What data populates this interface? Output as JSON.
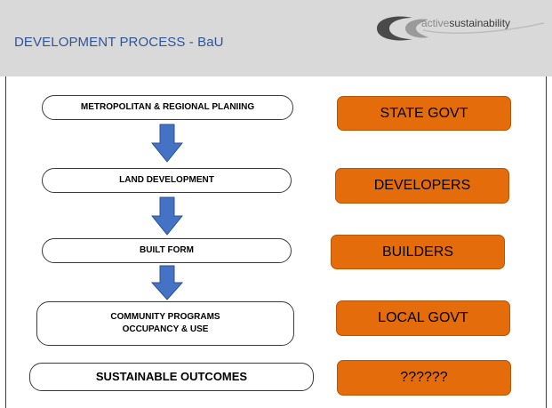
{
  "header": {
    "title": "DEVELOPMENT PROCESS - BaU",
    "logo_text_light": "active",
    "logo_text_bold": "sustainability"
  },
  "process_steps": [
    {
      "label": "METROPOLITAN & REGIONAL PLANIING"
    },
    {
      "label": "LAND DEVELOPMENT"
    },
    {
      "label": "BUILT FORM"
    },
    {
      "label_line1": "COMMUNITY PROGRAMS",
      "label_line2": "OCCUPANCY & USE"
    },
    {
      "label": "SUSTAINABLE OUTCOMES"
    }
  ],
  "actors": [
    {
      "label": "STATE GOVT"
    },
    {
      "label": "DEVELOPERS"
    },
    {
      "label": "BUILDERS"
    },
    {
      "label": "LOCAL GOVT"
    },
    {
      "label": "??????"
    }
  ],
  "colors": {
    "header_bg": "#d9d9d9",
    "title": "#2f5597",
    "actor_fill": "#e46c0a",
    "arrow_fill": "#4472c4"
  }
}
